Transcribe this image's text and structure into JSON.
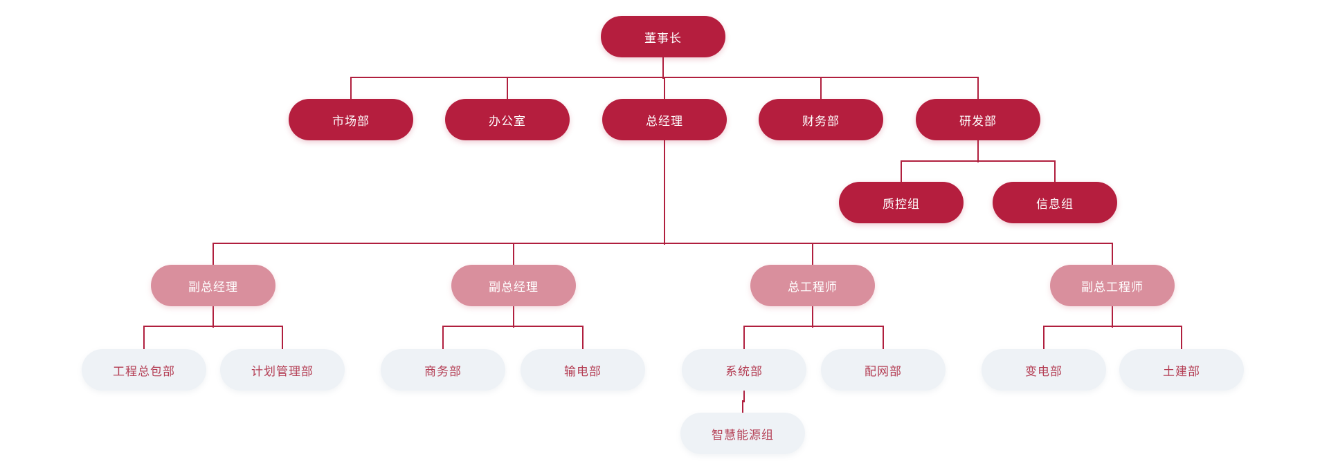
{
  "colors": {
    "primary_fill": "#b51e3e",
    "secondary_fill": "#d98f9d",
    "tertiary_fill": "#eef2f6",
    "tertiary_text": "#b43e54",
    "line": "#b01f3e",
    "background": "#ffffff"
  },
  "org": {
    "nodes": [
      {
        "id": "chairman",
        "label": "董事长",
        "variant": "primary"
      },
      {
        "id": "marketing",
        "label": "市场部",
        "variant": "primary"
      },
      {
        "id": "office",
        "label": "办公室",
        "variant": "primary"
      },
      {
        "id": "general-manager",
        "label": "总经理",
        "variant": "primary"
      },
      {
        "id": "finance",
        "label": "财务部",
        "variant": "primary"
      },
      {
        "id": "rnd",
        "label": "研发部",
        "variant": "primary"
      },
      {
        "id": "quality-control",
        "label": "质控组",
        "variant": "primary"
      },
      {
        "id": "information",
        "label": "信息组",
        "variant": "primary"
      },
      {
        "id": "deputy-gm-1",
        "label": "副总经理",
        "variant": "secondary"
      },
      {
        "id": "deputy-gm-2",
        "label": "副总经理",
        "variant": "secondary"
      },
      {
        "id": "chief-engineer",
        "label": "总工程师",
        "variant": "secondary"
      },
      {
        "id": "deputy-chief-engineer",
        "label": "副总工程师",
        "variant": "secondary"
      },
      {
        "id": "epc",
        "label": "工程总包部",
        "variant": "tertiary"
      },
      {
        "id": "planning",
        "label": "计划管理部",
        "variant": "tertiary"
      },
      {
        "id": "commerce",
        "label": "商务部",
        "variant": "tertiary"
      },
      {
        "id": "transmission",
        "label": "输电部",
        "variant": "tertiary"
      },
      {
        "id": "system",
        "label": "系统部",
        "variant": "tertiary"
      },
      {
        "id": "distribution",
        "label": "配网部",
        "variant": "tertiary"
      },
      {
        "id": "substation",
        "label": "变电部",
        "variant": "tertiary"
      },
      {
        "id": "civil",
        "label": "土建部",
        "variant": "tertiary"
      },
      {
        "id": "smart-energy",
        "label": "智慧能源组",
        "variant": "tertiary"
      }
    ],
    "edges": [
      {
        "parent": "chairman",
        "children": [
          "marketing",
          "office",
          "general-manager",
          "finance",
          "rnd"
        ]
      },
      {
        "parent": "rnd",
        "children": [
          "quality-control",
          "information"
        ]
      },
      {
        "parent": "general-manager",
        "children": [
          "deputy-gm-1",
          "deputy-gm-2",
          "chief-engineer",
          "deputy-chief-engineer"
        ]
      },
      {
        "parent": "deputy-gm-1",
        "children": [
          "epc",
          "planning"
        ]
      },
      {
        "parent": "deputy-gm-2",
        "children": [
          "commerce",
          "transmission"
        ]
      },
      {
        "parent": "chief-engineer",
        "children": [
          "system",
          "distribution"
        ]
      },
      {
        "parent": "deputy-chief-engineer",
        "children": [
          "substation",
          "civil"
        ]
      },
      {
        "parent": "system",
        "children": [
          "smart-energy"
        ]
      }
    ]
  }
}
